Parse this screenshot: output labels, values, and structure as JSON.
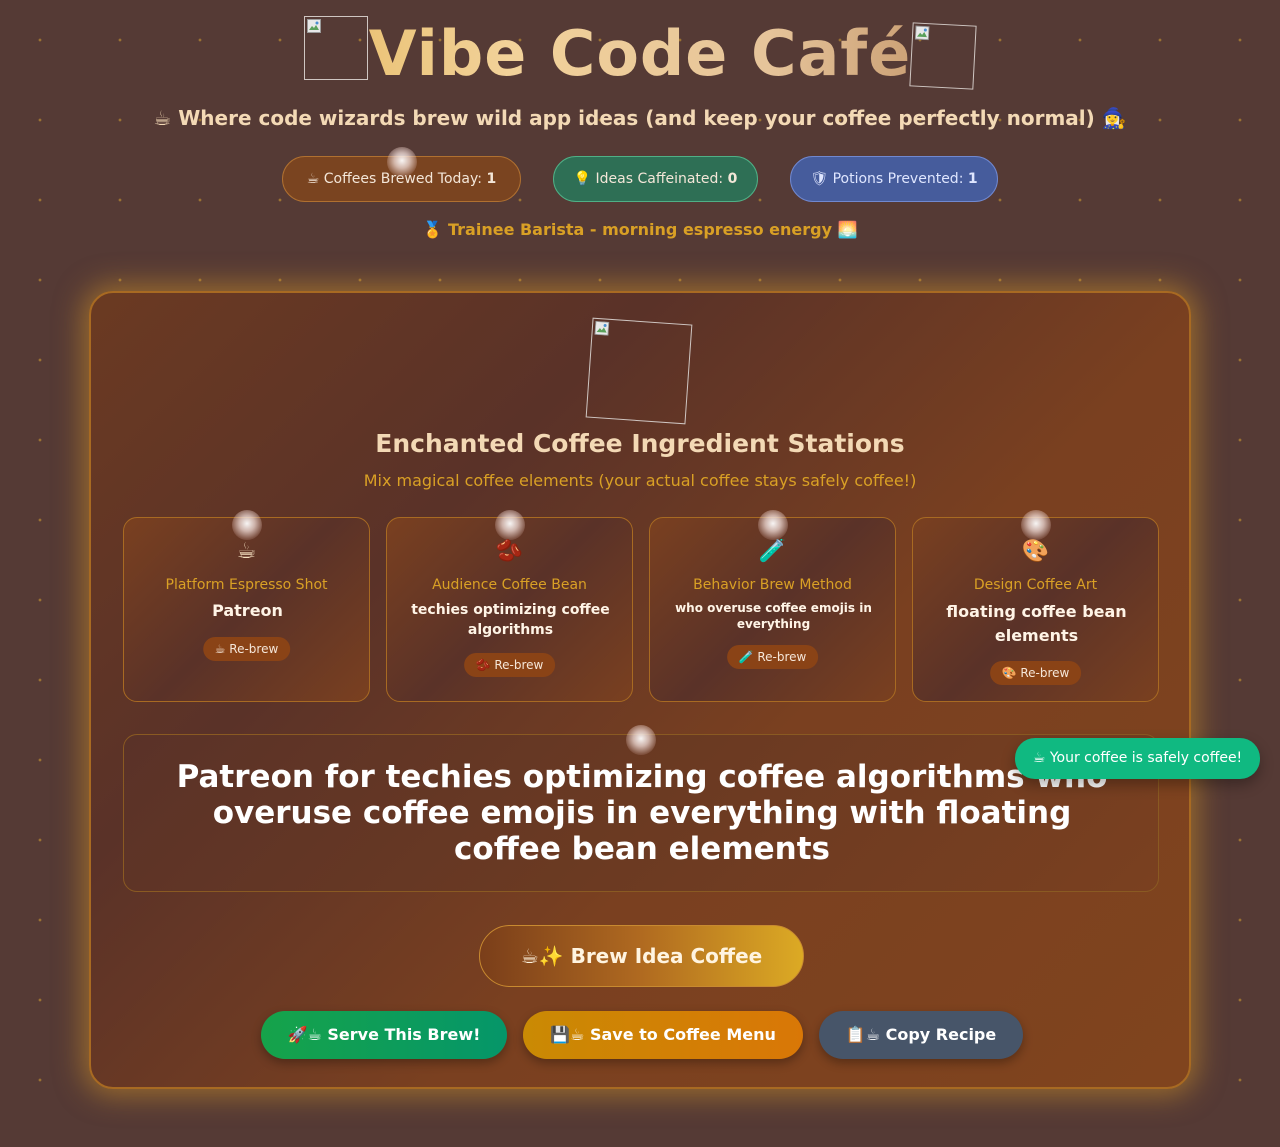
{
  "header": {
    "title": "Vibe Code Café",
    "tagline": "☕ Where code wizards brew wild app ideas (and keep your coffee perfectly normal) 🧙‍♀️",
    "logo_left_icon": "broken-image-icon",
    "logo_right_icon": "broken-image-icon"
  },
  "stats": {
    "coffees_label": "☕ Coffees Brewed Today: ",
    "coffees_value": "1",
    "ideas_label": "💡 Ideas Caffeinated: ",
    "ideas_value": "0",
    "potions_label": "🛡 Potions Prevented: ",
    "potions_value": "1"
  },
  "rank": "🏅 Trainee Barista - morning espresso energy 🌅",
  "card": {
    "title": "Enchanted Coffee Ingredient Stations",
    "subtitle": "Mix magical coffee elements (your actual coffee stays safely coffee!)",
    "stations": [
      {
        "icon": "☕",
        "label": "Platform Espresso Shot",
        "value": "Patreon",
        "rebrew": "☕ Re-brew"
      },
      {
        "icon": "🫘",
        "label": "Audience Coffee Bean",
        "value": "techies optimizing coffee algorithms",
        "rebrew": "🫘 Re-brew"
      },
      {
        "icon": "🧪",
        "label": "Behavior Brew Method",
        "value": "who overuse coffee emojis in everything",
        "rebrew": "🧪 Re-brew"
      },
      {
        "icon": "🎨",
        "label": "Design Coffee Art",
        "value": "floating coffee bean elements",
        "rebrew": "🎨 Re-brew"
      }
    ],
    "idea": "Patreon for techies optimizing coffee algorithms who overuse coffee emojis in everything with floating coffee bean elements",
    "brew_button": "☕✨ Brew Idea Coffee",
    "serve_button": "🚀☕ Serve This Brew!",
    "save_button": "💾☕ Save to Coffee Menu",
    "copy_button": "📋☕ Copy Recipe"
  },
  "toast": "☕ Your coffee is safely coffee!",
  "colors": {
    "background": "#553a35",
    "accent_gold": "#d9a025",
    "serve_green": "#16a34a",
    "save_amber": "#ca8a04",
    "copy_slate": "#475569",
    "toast_green": "#10b981"
  }
}
